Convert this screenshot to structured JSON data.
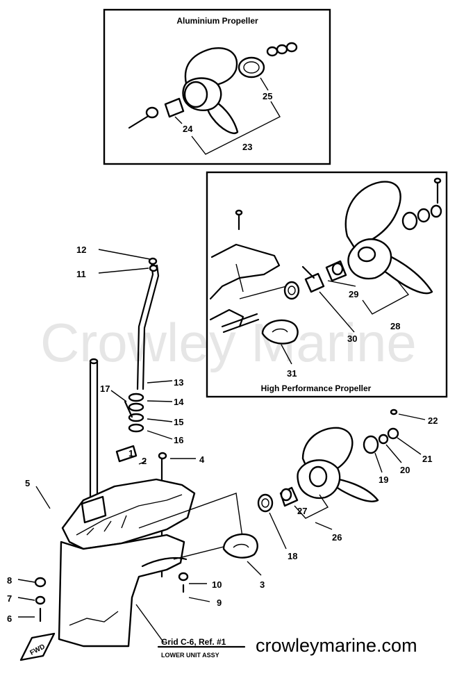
{
  "watermark": "Crowley Marine",
  "site_text": "crowleymarine.com",
  "insets": {
    "aluminium": {
      "title": "Aluminium Propeller",
      "labels": [
        "25",
        "24",
        "23"
      ]
    },
    "high_performance": {
      "title": "High Performance Propeller",
      "labels": [
        "29",
        "28",
        "30",
        "31"
      ]
    }
  },
  "callouts": [
    "1",
    "2",
    "3",
    "4",
    "5",
    "6",
    "7",
    "8",
    "9",
    "10",
    "11",
    "12",
    "13",
    "14",
    "15",
    "16",
    "17",
    "18",
    "19",
    "20",
    "21",
    "22",
    "26",
    "27"
  ],
  "reference": {
    "line1": "Grid C-6, Ref. #1",
    "line2": "LOWER UNIT ASSY"
  },
  "fwd_label": "FWD"
}
